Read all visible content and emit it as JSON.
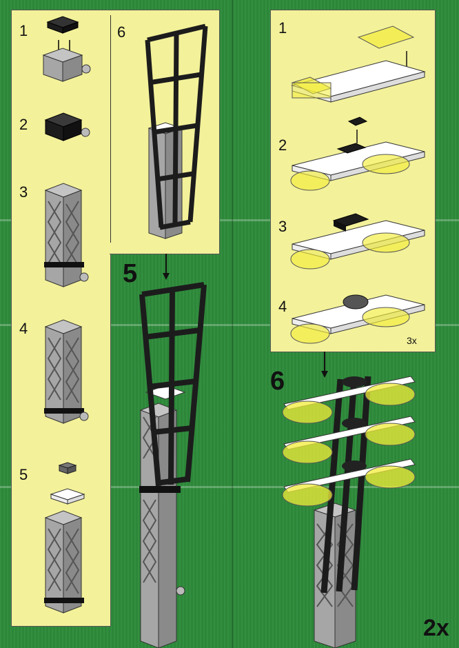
{
  "left_steps": [
    "1",
    "2",
    "3",
    "4",
    "5"
  ],
  "inset_step": "6",
  "main_step": "5",
  "right_steps": [
    "1",
    "2",
    "3",
    "4"
  ],
  "right_multiplier": "3x",
  "right_main_step": "6",
  "page_multiplier": "2x",
  "colors": {
    "background": "#2e8b3b",
    "panel": "#f3f19a",
    "gray_brick": "#a6a6a6",
    "black_brick": "#1c1c1c",
    "trans_yellow": "#f2ec3a"
  }
}
